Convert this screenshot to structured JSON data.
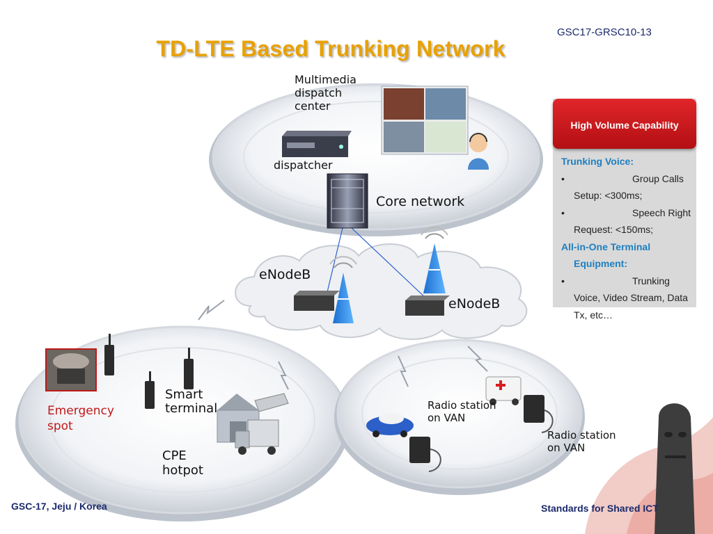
{
  "doc_id": "GSC17-GRSC10-13",
  "title": "TD-LTE Based Trunking Network",
  "labels": {
    "multimedia": "Multimedia dispatch center",
    "dispatcher": "dispatcher",
    "core": "Core network",
    "enodeb_1": "eNodeB",
    "enodeb_2": "eNodeB",
    "emergency": "Emergency spot",
    "smart_terminal": "Smart terminal",
    "cpe": "CPE hotpot",
    "radio_1": "Radio station on VAN",
    "radio_2": "Radio station on VAN"
  },
  "capability": {
    "header": "High Volume Capability",
    "s1_heading": "Trunking Voice:",
    "s1_items": [
      "Group Calls Setup: <300ms;",
      "Speech Right Request: <150ms;"
    ],
    "s2_heading_1": "All-in-One Terminal",
    "s2_heading_2": "Equipment:",
    "s2_items": [
      "Trunking Voice, Video Stream, Data Tx, etc…"
    ],
    "bullet": "•"
  },
  "footer": {
    "left": "GSC-17, Jeju / Korea",
    "right": "Standards for Shared ICT"
  },
  "colors": {
    "title": "#e8a100",
    "emergency": "#c01818",
    "box_header": "#c81a1f",
    "heading_blue": "#1e7fc0",
    "footer": "#1a2a6c"
  }
}
